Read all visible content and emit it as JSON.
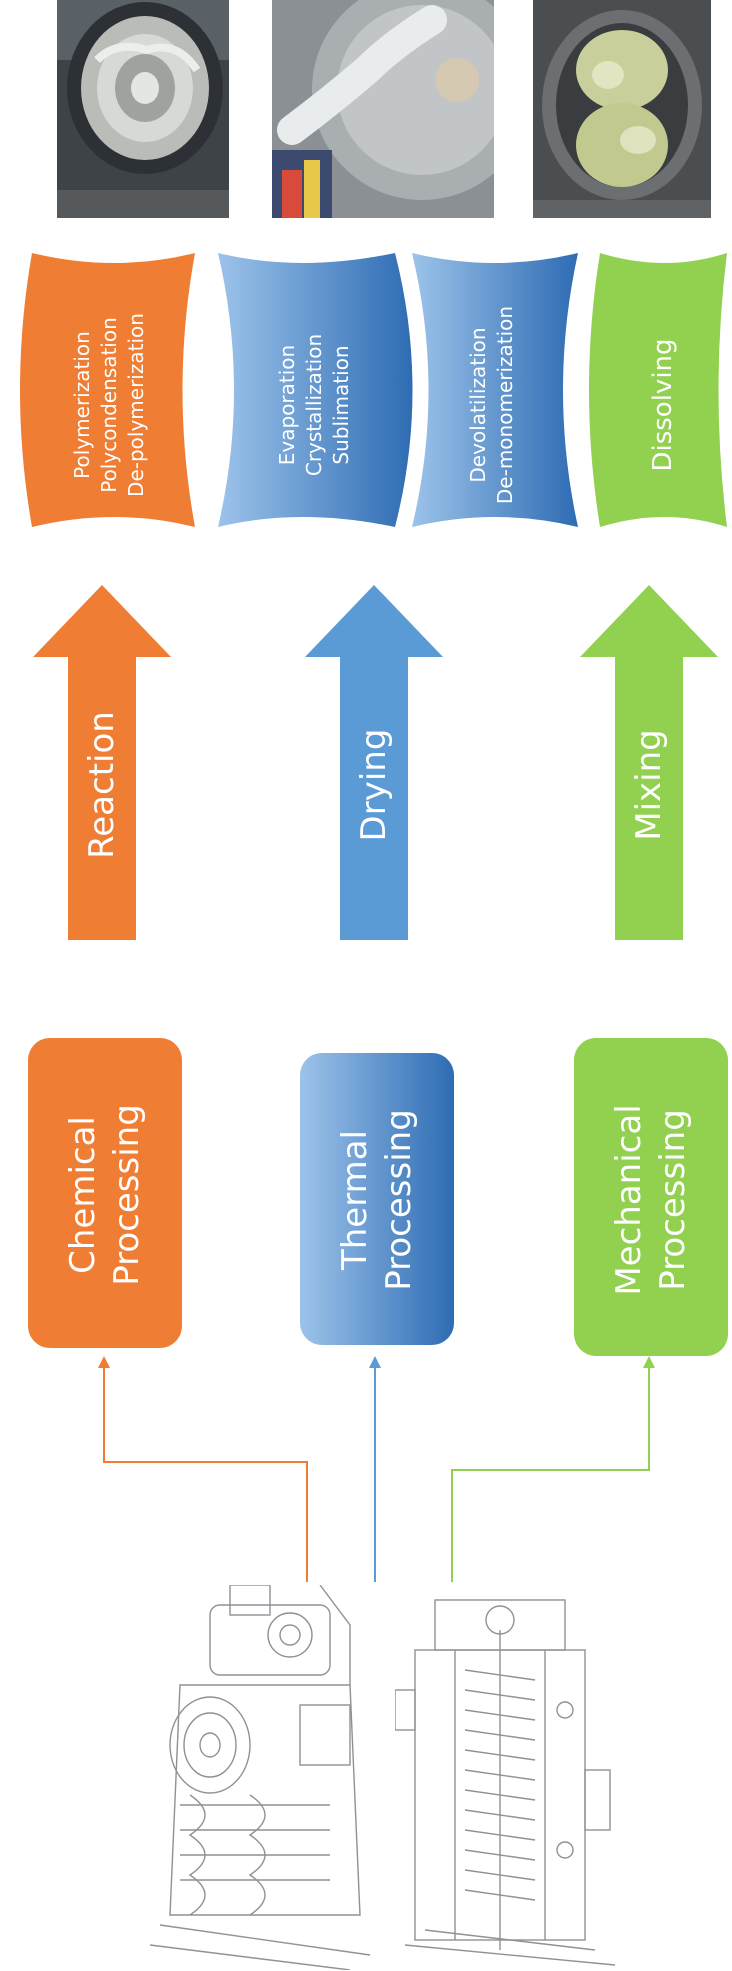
{
  "colors": {
    "chemical": "#ef7d33",
    "thermal_light": "#8fbbe6",
    "thermal_dark": "#2f6fb5",
    "thermal_arrow": "#5b9bd5",
    "mechanical": "#92d050",
    "text": "#ffffff"
  },
  "photos": [
    {
      "name": "reactor-disc-photo"
    },
    {
      "name": "extruded-strand-photo"
    },
    {
      "name": "mixer-chamber-photo"
    }
  ],
  "processing": {
    "chemical": {
      "line1": "Chemical",
      "line2": "Processing"
    },
    "thermal": {
      "line1": "Thermal",
      "line2": "Processing"
    },
    "mechanical": {
      "line1": "Mechanical",
      "line2": "Processing"
    }
  },
  "arrows": {
    "chemical": "Reaction",
    "thermal": "Drying",
    "mechanical": "Mixing"
  },
  "operations": {
    "chemical": [
      "Polymerization",
      "Polycondensation",
      "De-polymerization"
    ],
    "thermal_1": [
      "Evaporation",
      "Crystallization",
      "Sublimation"
    ],
    "thermal_2": [
      "Devolatilization",
      "De-monomerization"
    ],
    "mechanical": [
      "Dissolving"
    ]
  },
  "machines": {
    "top": "kneader-reactor-sketch",
    "bottom": "twin-shaft-processor-sketch"
  }
}
